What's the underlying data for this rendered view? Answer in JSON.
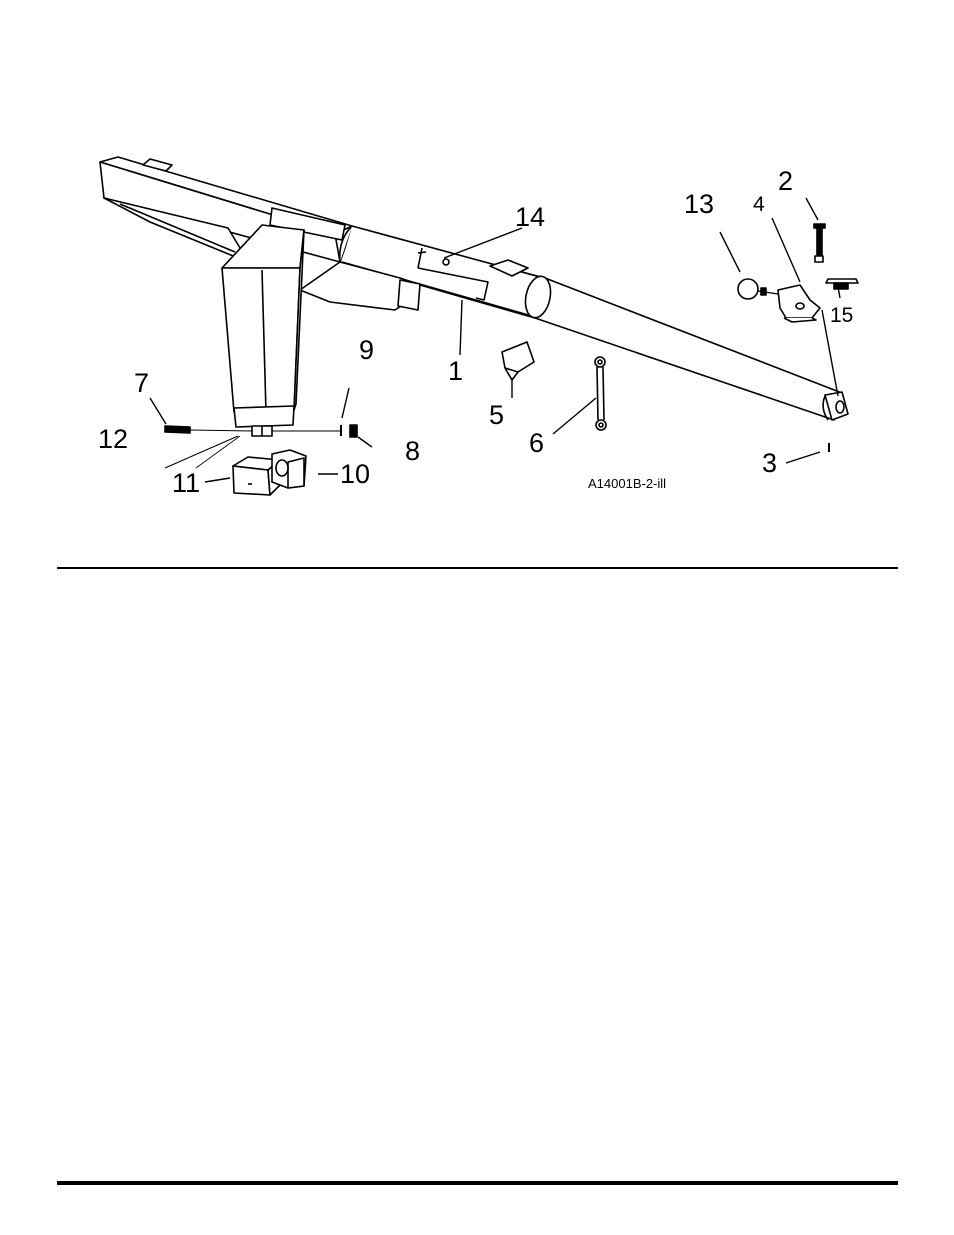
{
  "figure": {
    "id_label": "A14001B-2-ill",
    "callouts": {
      "c1": "1",
      "c2": "2",
      "c3": "3",
      "c4": "4",
      "c5": "5",
      "c6": "6",
      "c7": "7",
      "c8": "8",
      "c9": "9",
      "c10": "10",
      "c11": "11",
      "c12": "12",
      "c13": "13",
      "c14": "14",
      "c15": "15"
    },
    "callout_prefixes": {
      "c10": "—",
      "c11_suffix": "—"
    }
  }
}
